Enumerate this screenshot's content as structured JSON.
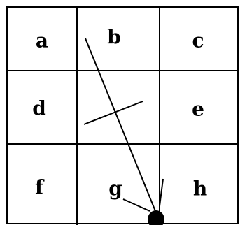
{
  "grid": {
    "rows": 3,
    "columns": 3,
    "cells": [
      {
        "label": "a"
      },
      {
        "label": "b"
      },
      {
        "label": "c"
      },
      {
        "label": "d"
      },
      {
        "label": "e"
      },
      {
        "label": "f"
      },
      {
        "label": "g"
      },
      {
        "label": "h"
      },
      {
        "label": ""
      }
    ]
  },
  "colors": {
    "line": "#000000",
    "background": "#ffffff"
  }
}
